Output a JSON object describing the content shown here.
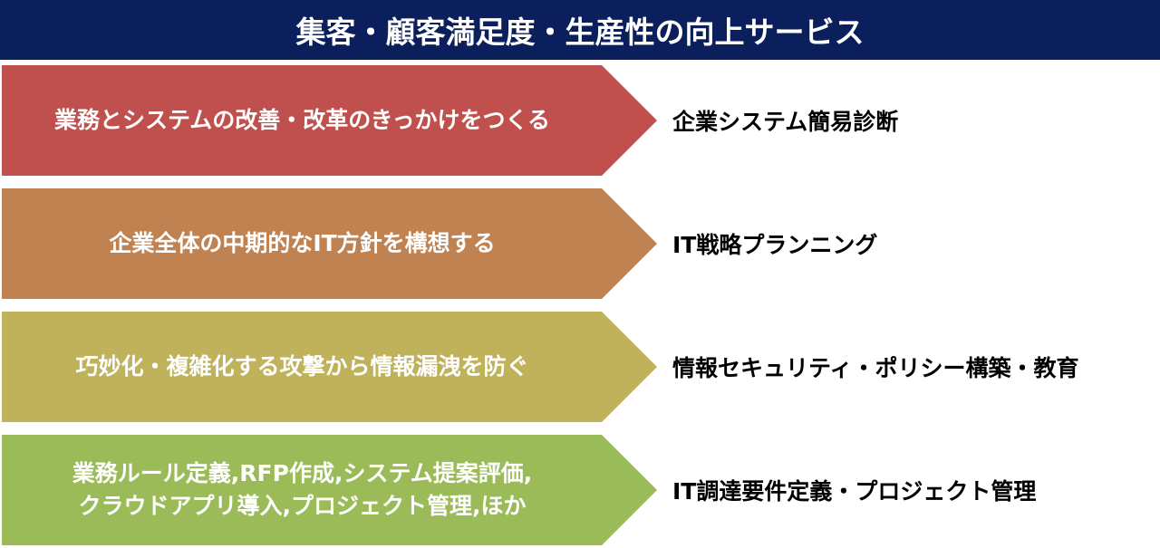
{
  "title": "集客・顧客満足度・生産性の向上サービス",
  "rows": [
    {
      "lines": [
        "業務とシステムの改善・改革のきっかけをつくる"
      ],
      "service": "企業システム簡易診断",
      "color": "#c0504d"
    },
    {
      "lines": [
        "企業全体の中期的なIT方針を構想する"
      ],
      "service": "IT戦略プランニング",
      "color": "#c08251"
    },
    {
      "lines": [
        "巧妙化・複雑化する攻撃から情報漏洩を防ぐ"
      ],
      "service": "情報セキュリティ・ポリシー構築・教育",
      "color": "#bfb25a"
    },
    {
      "lines": [
        "業務ルール定義,RFP作成,システム提案評価,",
        "クラウドアプリ導入,プロジェクト管理,ほか"
      ],
      "service": "IT調達要件定義・プロジェクト管理",
      "color": "#9bbb59"
    }
  ]
}
